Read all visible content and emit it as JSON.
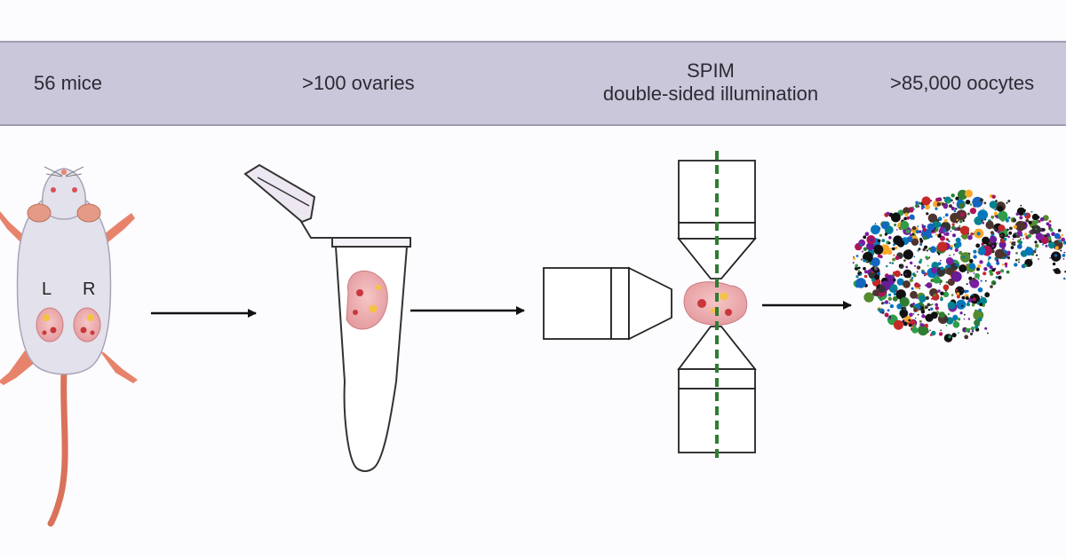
{
  "header": {
    "step_1": "56 mice",
    "step_2": ">100 ovaries",
    "step_3_line1": "SPIM",
    "step_3_line2": "double-sided illumination",
    "step_4": ">85,000 oocytes"
  },
  "mouse": {
    "left_label": "L",
    "right_label": "R"
  },
  "colors": {
    "header_band": "#cac7da",
    "ovary_tissue": "#f2b6b8",
    "illumination_line": "#2e7d32",
    "mouse_body": "#e3e1eb",
    "mouse_tail": "#d9725a"
  },
  "icons": [
    "mouse-icon",
    "microtube-icon",
    "objective-lens-icon",
    "oocyte-pointcloud-icon",
    "arrow-right-icon"
  ]
}
